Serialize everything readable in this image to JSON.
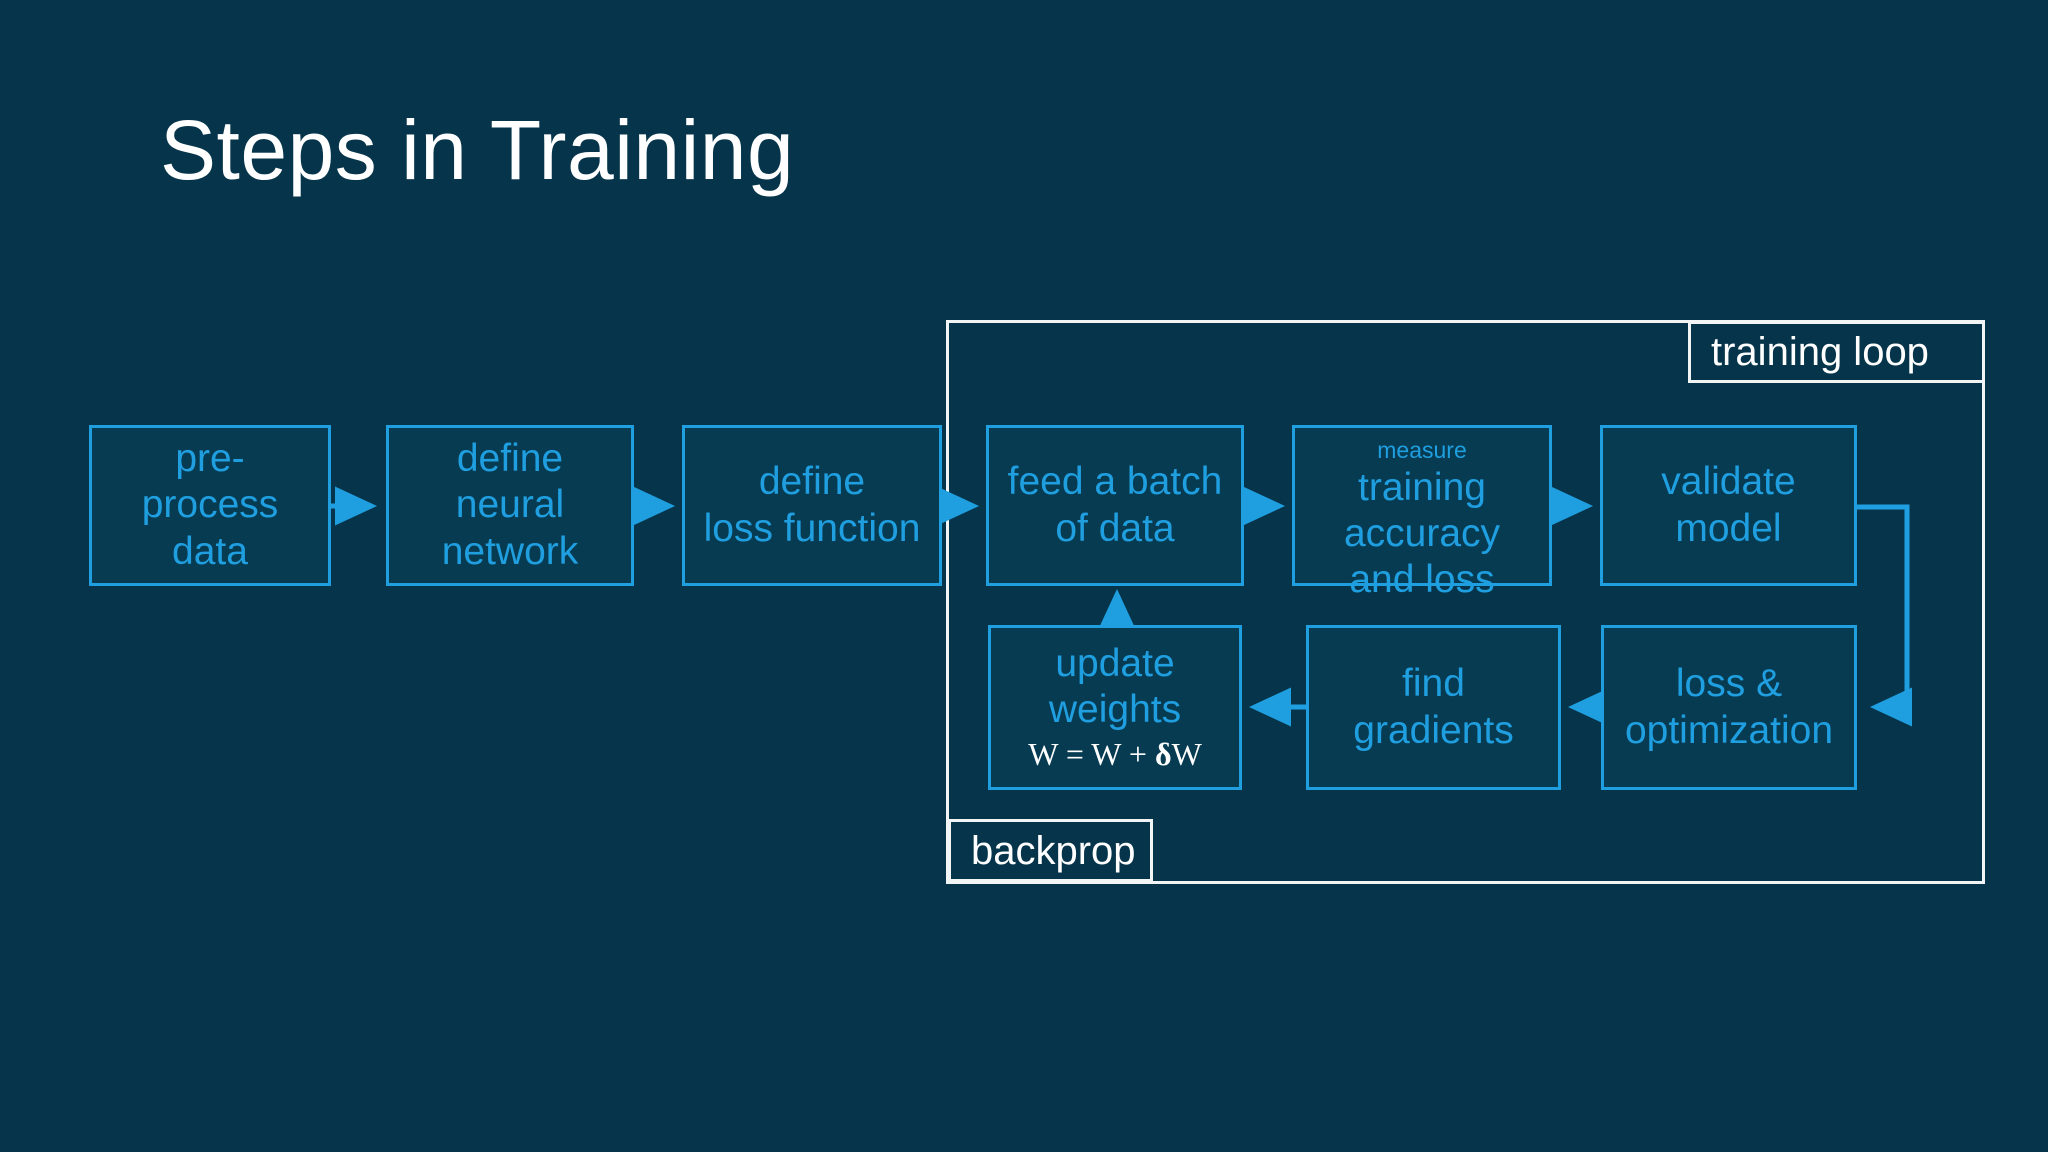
{
  "slide": {
    "title": "Steps in Training",
    "background_color": "#06354b",
    "accent_color": "#1f9fe0",
    "label_color": "#ffffff",
    "node_fill_color": "#073b52"
  },
  "groups": [
    {
      "id": "training-loop",
      "label": "training loop"
    },
    {
      "id": "backprop",
      "label": "backprop"
    }
  ],
  "nodes": [
    {
      "id": "preprocess",
      "lines": [
        "pre-",
        "process",
        "data"
      ]
    },
    {
      "id": "define-network",
      "lines": [
        "define",
        "neural",
        "network"
      ]
    },
    {
      "id": "define-loss",
      "lines": [
        "define",
        "loss function"
      ]
    },
    {
      "id": "feed-batch",
      "lines": [
        "feed a batch",
        "of data"
      ]
    },
    {
      "id": "measure",
      "small_label": "measure",
      "lines": [
        "training",
        "accuracy",
        "and loss"
      ]
    },
    {
      "id": "validate",
      "lines": [
        "validate",
        "model"
      ]
    },
    {
      "id": "update-weights",
      "lines": [
        "update",
        "weights"
      ],
      "formula": "W = W + δW"
    },
    {
      "id": "find-gradients",
      "lines": [
        "find",
        "gradients"
      ]
    },
    {
      "id": "loss-optim",
      "lines": [
        "loss &",
        "optimization"
      ]
    }
  ],
  "node_text": {
    "preprocess_l1": "pre-",
    "preprocess_l2": "process",
    "preprocess_l3": "data",
    "define_network_l1": "define",
    "define_network_l2": "neural",
    "define_network_l3": "network",
    "define_loss_l1": "define",
    "define_loss_l2": "loss function",
    "feed_batch_l1": "feed a batch",
    "feed_batch_l2": "of data",
    "measure_small": "measure",
    "measure_l1": "training",
    "measure_l2": "accuracy",
    "measure_l3": "and loss",
    "validate_l1": "validate",
    "validate_l2": "model",
    "update_weights_l1": "update",
    "update_weights_l2": "weights",
    "update_weights_formula_pre": "W = W + ",
    "update_weights_formula_delta": "δ",
    "update_weights_formula_post": "W",
    "find_gradients_l1": "find",
    "find_gradients_l2": "gradients",
    "loss_optim_l1": "loss &",
    "loss_optim_l2": "optimization"
  },
  "group_text": {
    "training_loop": "training loop",
    "backprop": "backprop"
  },
  "connectors": [
    {
      "id": "preprocess-to-define-network",
      "type": "arrow-right"
    },
    {
      "id": "define-network-to-define-loss",
      "type": "arrow-right"
    },
    {
      "id": "define-loss-to-feed-batch",
      "type": "arrow-right"
    },
    {
      "id": "feed-batch-to-measure",
      "type": "arrow-right"
    },
    {
      "id": "measure-to-validate",
      "type": "arrow-right"
    },
    {
      "id": "validate-to-loss-optim",
      "type": "elbow-down-left"
    },
    {
      "id": "loss-optim-to-find-gradients",
      "type": "arrow-left"
    },
    {
      "id": "find-gradients-to-update-weights",
      "type": "arrow-left"
    },
    {
      "id": "update-weights-to-feed-batch",
      "type": "arrow-up"
    }
  ]
}
